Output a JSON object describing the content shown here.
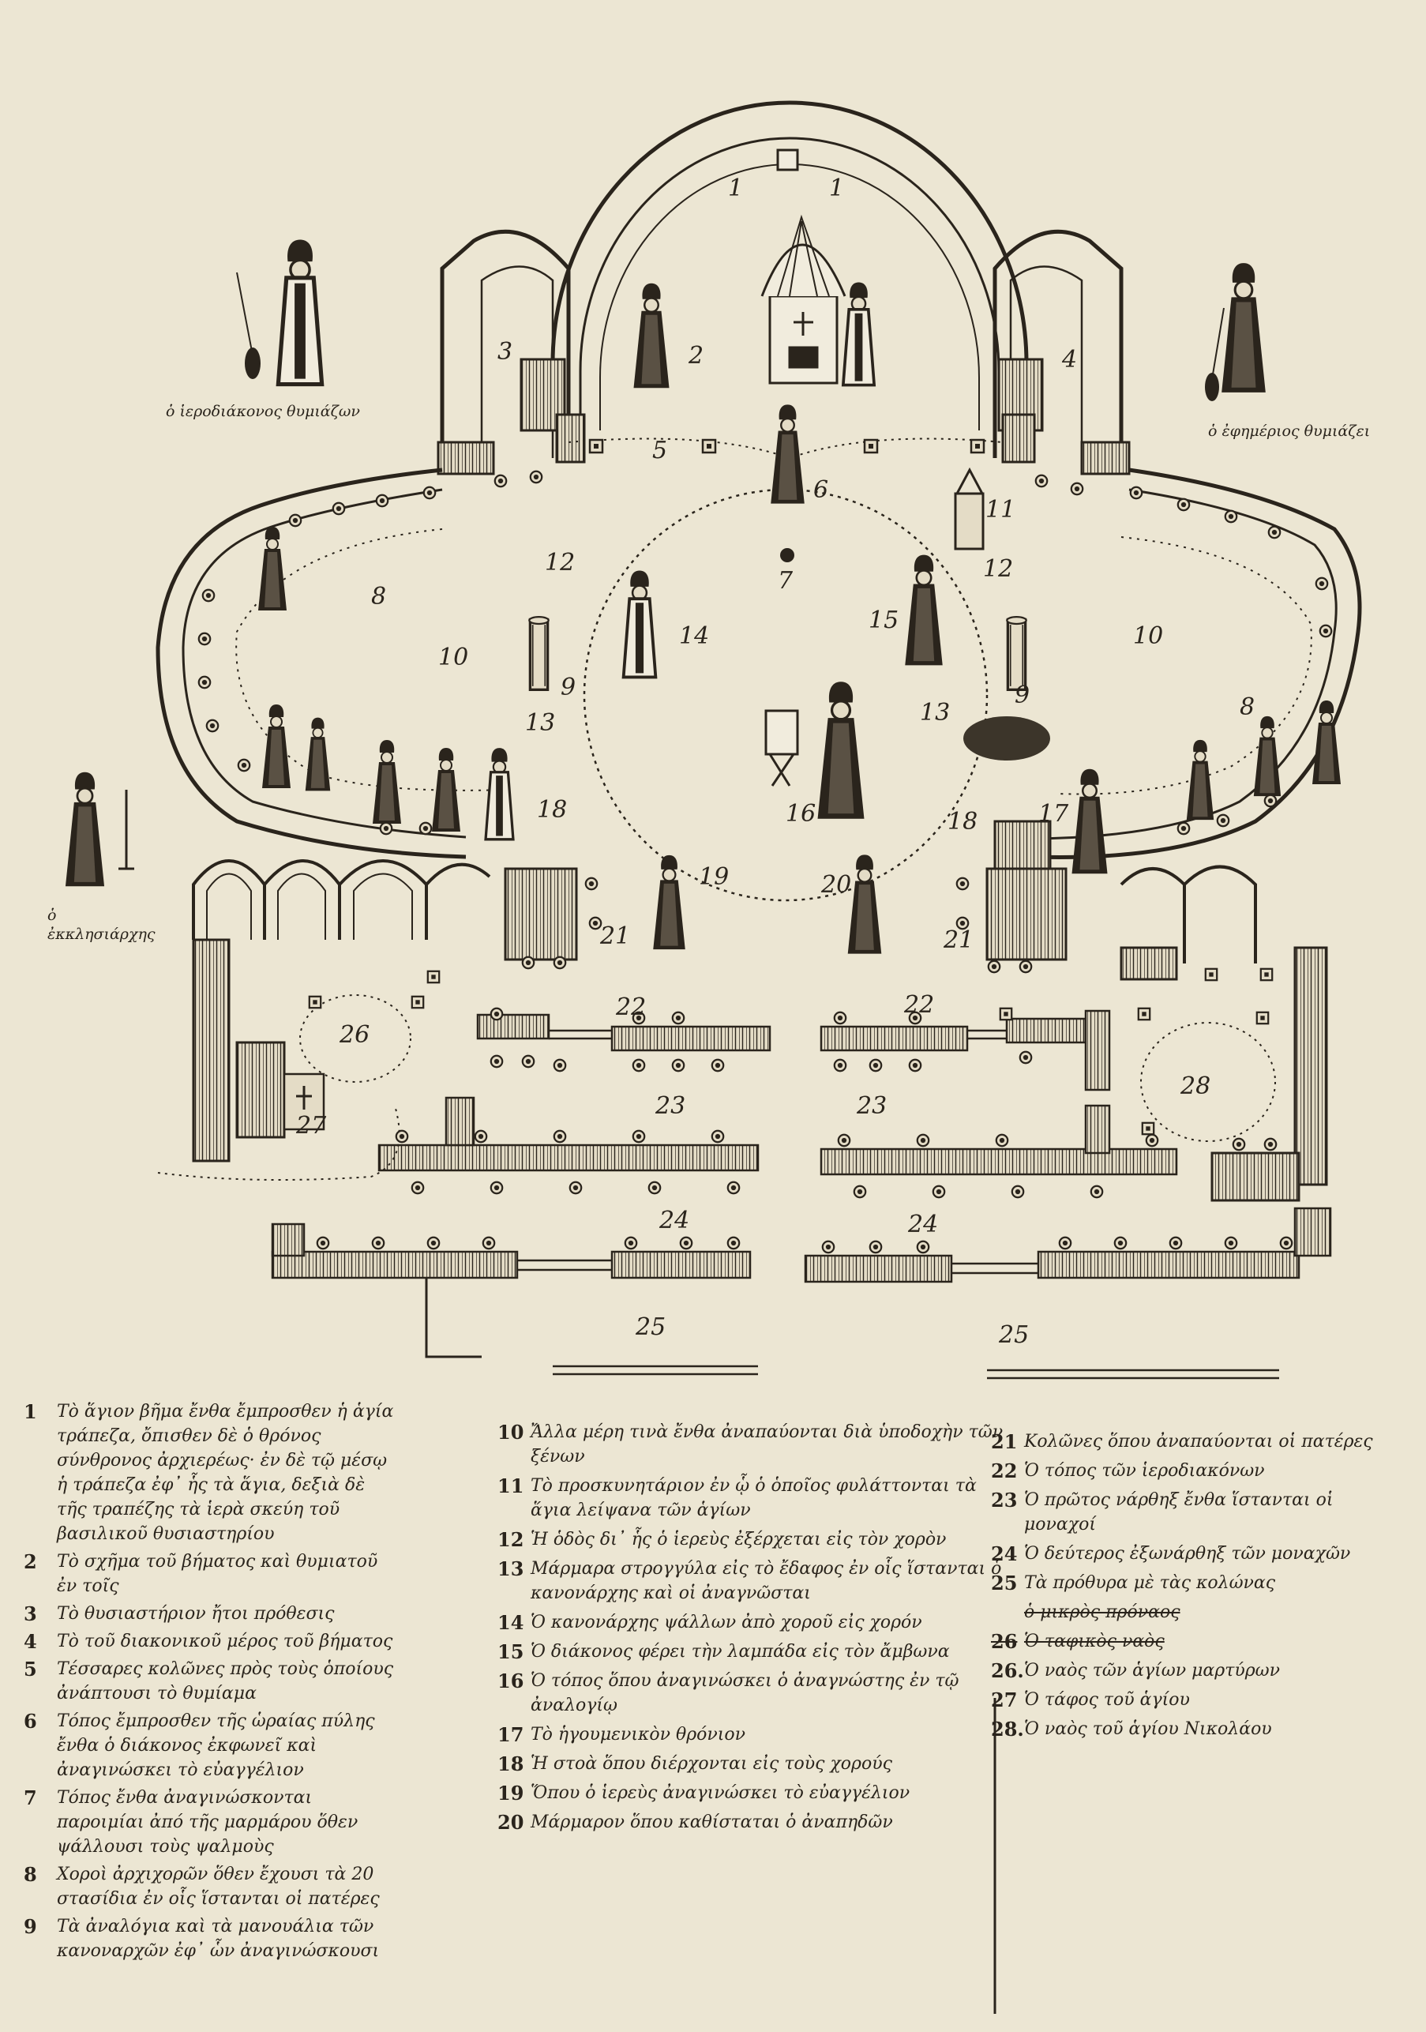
{
  "plan": {
    "labels": [
      {
        "id": "1a",
        "text": "1"
      },
      {
        "id": "1b",
        "text": "1"
      },
      {
        "id": "2",
        "text": "2"
      },
      {
        "id": "3",
        "text": "3"
      },
      {
        "id": "4",
        "text": "4"
      },
      {
        "id": "5",
        "text": "5"
      },
      {
        "id": "6",
        "text": "6"
      },
      {
        "id": "7",
        "text": "7"
      },
      {
        "id": "8l",
        "text": "8"
      },
      {
        "id": "8r",
        "text": "8"
      },
      {
        "id": "9l",
        "text": "9"
      },
      {
        "id": "9r",
        "text": "9"
      },
      {
        "id": "10l",
        "text": "10"
      },
      {
        "id": "10r",
        "text": "10"
      },
      {
        "id": "11",
        "text": "11"
      },
      {
        "id": "12l",
        "text": "12"
      },
      {
        "id": "12r",
        "text": "12"
      },
      {
        "id": "13l",
        "text": "13"
      },
      {
        "id": "13r",
        "text": "13"
      },
      {
        "id": "14",
        "text": "14"
      },
      {
        "id": "15",
        "text": "15"
      },
      {
        "id": "16",
        "text": "16"
      },
      {
        "id": "17",
        "text": "17"
      },
      {
        "id": "18l",
        "text": "18"
      },
      {
        "id": "18r",
        "text": "18"
      },
      {
        "id": "19",
        "text": "19"
      },
      {
        "id": "20",
        "text": "20"
      },
      {
        "id": "21l",
        "text": "21"
      },
      {
        "id": "21r",
        "text": "21"
      },
      {
        "id": "22l",
        "text": "22"
      },
      {
        "id": "22r",
        "text": "22"
      },
      {
        "id": "23l",
        "text": "23"
      },
      {
        "id": "23r",
        "text": "23"
      },
      {
        "id": "24l",
        "text": "24"
      },
      {
        "id": "24r",
        "text": "24"
      },
      {
        "id": "25l",
        "text": "25"
      },
      {
        "id": "25r",
        "text": "25"
      },
      {
        "id": "26",
        "text": "26"
      },
      {
        "id": "27",
        "text": "27"
      },
      {
        "id": "28",
        "text": "28"
      }
    ],
    "captions": {
      "left": "ὁ ἱεροδιάκονος θυμιάζων",
      "right": "ὁ ἐφημέριος θυμιάζει",
      "bottom_left": "ὁ ἐκκλησιάρχης"
    }
  },
  "legend": {
    "col1": [
      {
        "n": "1",
        "t": "Τὸ ἅγιον βῆμα ἔνθα ἔμπροσθεν ἡ ἁγία τράπεζα, ὄπισθεν δὲ ὁ θρόνος σύνθρονος ἀρχιερέως· ἐν δὲ τῷ μέσῳ ἡ τράπεζα ἐφ᾽ ἧς τὰ ἅγια, δεξιὰ δὲ τῆς τραπέζης τὰ ἱερὰ σκεύη τοῦ βασιλικοῦ θυσιαστηρίου"
      },
      {
        "n": "2",
        "t": "Τὸ σχῆμα τοῦ βήματος καὶ θυμιατοῦ ἐν τοῖς"
      },
      {
        "n": "3",
        "t": "Τὸ θυσιαστήριον ἤτοι πρόθεσις"
      },
      {
        "n": "4",
        "t": "Τὸ τοῦ διακονικοῦ μέρος τοῦ βήματος"
      },
      {
        "n": "5",
        "t": "Τέσσαρες κολῶνες πρὸς τοὺς ὁποίους ἀνάπτουσι τὸ θυμίαμα"
      },
      {
        "n": "6",
        "t": "Τόπος ἔμπροσθεν τῆς ὡραίας πύλης ἔνθα ὁ διάκονος ἐκφωνεῖ καὶ ἀναγινώσκει τὸ εὐαγγέλιον"
      },
      {
        "n": "7",
        "t": "Τόπος ἔνθα ἀναγινώσκονται παροιμίαι ἀπό τῆς μαρμάρου ὅθεν ψάλλουσι τοὺς ψαλμοὺς"
      },
      {
        "n": "8",
        "t": "Χοροὶ ἀρχιχορῶν ὅθεν ἔχουσι τὰ 20 στασίδια ἐν οἷς ἵστανται οἱ πατέρες"
      },
      {
        "n": "9",
        "t": "Τὰ ἀναλόγια καὶ τὰ μανουάλια τῶν κανοναρχῶν ἐφ᾽ ὧν ἀναγινώσκουσι"
      }
    ],
    "col2": [
      {
        "n": "10",
        "t": "Ἄλλα μέρη τινὰ ἔνθα ἀναπαύονται διὰ ὑποδοχὴν τῶν ξένων"
      },
      {
        "n": "11",
        "t": "Τὸ προσκυνητάριον ἐν ᾧ ὁ ὁποῖος φυλάττονται τὰ ἅγια λείψανα τῶν ἁγίων"
      },
      {
        "n": "12",
        "t": "Ἡ ὁδὸς δι᾽ ἧς ὁ ἱερεὺς ἐξέρχεται εἰς τὸν χορὸν"
      },
      {
        "n": "13",
        "t": "Μάρμαρα στρογγύλα εἰς τὸ ἔδαφος ἐν οἷς ἵστανται ὁ κανονάρχης καὶ οἱ ἀναγνῶσται"
      },
      {
        "n": "14",
        "t": "Ὁ κανονάρχης ψάλλων ἀπὸ χοροῦ εἰς χορόν"
      },
      {
        "n": "15",
        "t": "Ὁ διάκονος φέρει τὴν λαμπάδα εἰς τὸν ἄμβωνα"
      },
      {
        "n": "16",
        "t": "Ὁ τόπος ὅπου ἀναγινώσκει ὁ ἀναγνώστης ἐν τῷ ἀναλογίῳ"
      },
      {
        "n": "17",
        "t": "Τὸ ἡγουμενικὸν θρόνιον"
      },
      {
        "n": "18",
        "t": "Ἡ στοὰ ὅπου διέρχονται εἰς τοὺς χορούς"
      },
      {
        "n": "19",
        "t": "Ὅπου ὁ ἱερεὺς ἀναγινώσκει τὸ εὐαγγέλιον"
      },
      {
        "n": "20",
        "t": "Μάρμαρον ὅπου καθίσταται ὁ ἀναπηδῶν"
      }
    ],
    "col3": [
      {
        "n": "21",
        "t": "Κολῶνες ὅπου ἀναπαύονται οἱ πατέρες"
      },
      {
        "n": "22",
        "t": "Ὁ τόπος τῶν ἱεροδιακόνων"
      },
      {
        "n": "23",
        "t": "Ὁ πρῶτος νάρθηξ ἔνθα ἵστανται οἱ μοναχοί"
      },
      {
        "n": "24",
        "t": "Ὁ δεύτερος ἐξωνάρθηξ τῶν μοναχῶν"
      },
      {
        "n": "25",
        "t": "Τὰ πρόθυρα μὲ τὰς κολώνας"
      },
      {
        "n": "",
        "t": "ὁ μικρὸς πρόναος",
        "strike": true
      },
      {
        "n": "26",
        "t": "Ὁ ταφικὸς ναὸς",
        "strike": true
      },
      {
        "n": "26.",
        "t": "Ὁ ναὸς τῶν ἁγίων μαρτύρων"
      },
      {
        "n": "27",
        "t": "Ὁ τάφος τοῦ ἁγίου"
      },
      {
        "n": "28.",
        "t": "Ὁ ναὸς τοῦ ἁγίου Νικολάου"
      }
    ]
  },
  "colors": {
    "paper": "#ECE6D3",
    "ink": "#2A241C"
  }
}
